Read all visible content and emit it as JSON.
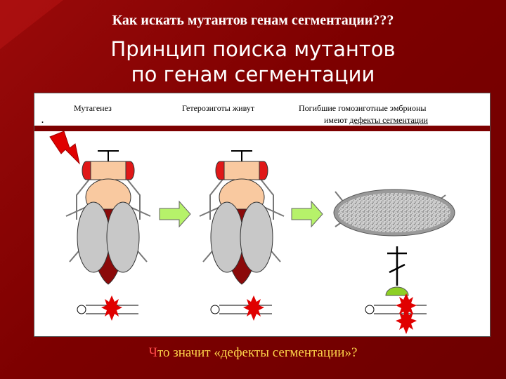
{
  "top_question": "Как искать мутантов генам сегментации???",
  "title_line1": "Принцип поиска мутантов",
  "title_line2": "по генам сегментации",
  "panel": {
    "col1": "Мутагенез",
    "col2": "Гетерозиготы живут",
    "col3_line1": "Погибшие гомозиготные эмбрионы",
    "col3_prefix": "имеют",
    "col3_link": "дефекты сегментации",
    "dot": "."
  },
  "bottom_question_first": "Ч",
  "bottom_question_rest": "то значит «дефекты сегментации»?",
  "colors": {
    "background": "#7d0000",
    "title": "#ffffff",
    "question": "#ffd54a",
    "mutation_star": "#e00000",
    "fly_eye": "#e01818",
    "fly_body": "#f9c9a0",
    "fly_abdomen": "#8b0a0a",
    "fly_wing": "#c8c8c8",
    "arrow": "#b6f26a",
    "grave_mound": "#8ecf24"
  },
  "icons": [
    "lightning-icon",
    "fly-icon",
    "arrow-right-icon",
    "embryo-icon",
    "grave-cross-icon",
    "chromosome-icon",
    "mutation-star-icon"
  ]
}
